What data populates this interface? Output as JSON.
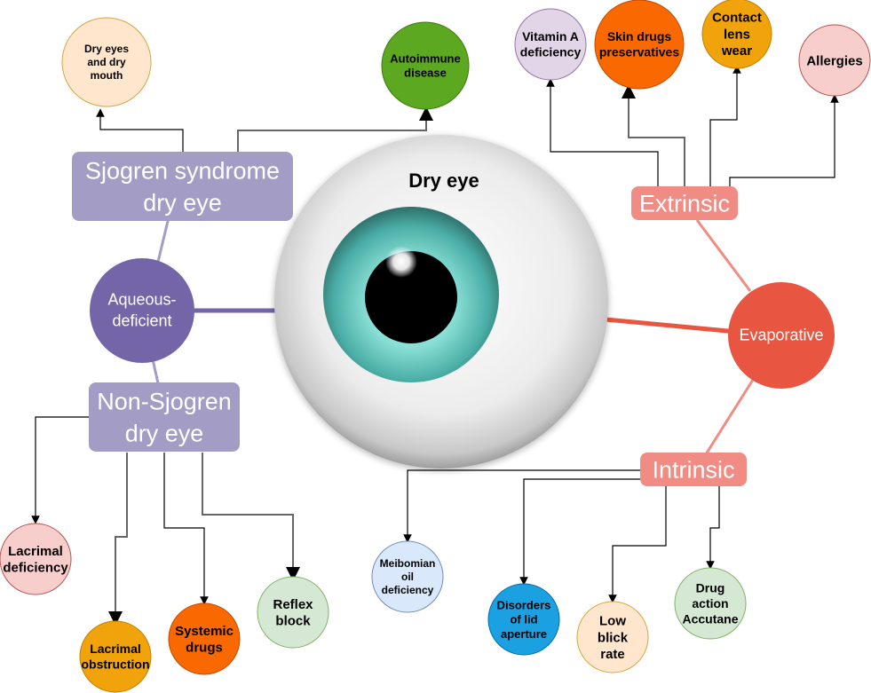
{
  "center": {
    "label": "Dry eye"
  },
  "branches": {
    "aqueous": {
      "label_lines": [
        "Aqueous-",
        "deficient"
      ],
      "color": "#7365a8",
      "subgroups": {
        "sjogren": {
          "label_lines": [
            "Sjogren syndrome",
            "dry eye"
          ],
          "color": "#a39dc6",
          "causes": [
            {
              "lines": [
                "Dry eyes",
                "and dry",
                "mouth"
              ],
              "fill": "#ffe6cc",
              "stroke": "#d6a640"
            },
            {
              "lines": [
                "Autoimmune",
                "disease"
              ],
              "fill": "#5ca820",
              "stroke": "#3e7a12"
            }
          ]
        },
        "non_sjogren": {
          "label_lines": [
            "Non-Sjogren",
            "dry eye"
          ],
          "color": "#a39dc6",
          "causes": [
            {
              "lines": [
                "Lacrimal",
                "deficiency"
              ],
              "fill": "#f8cecc",
              "stroke": "#b85450"
            },
            {
              "lines": [
                "Lacrimal",
                "obstruction"
              ],
              "fill": "#f0a30a",
              "stroke": "#c48000"
            },
            {
              "lines": [
                "Systemic",
                "drugs"
              ],
              "fill": "#fa6800",
              "stroke": "#c44a00"
            },
            {
              "lines": [
                "Reflex",
                "block"
              ],
              "fill": "#d5e8d4",
              "stroke": "#82b366"
            }
          ]
        }
      }
    },
    "evaporative": {
      "label_lines": [
        "Evaporative"
      ],
      "color": "#e85642",
      "subgroups": {
        "extrinsic": {
          "label_lines": [
            "Extrinsic"
          ],
          "color": "#f08c84",
          "causes": [
            {
              "lines": [
                "Vitamin A",
                "deficiency"
              ],
              "fill": "#e1d5e7",
              "stroke": "#9673a6"
            },
            {
              "lines": [
                "Skin drugs",
                "preservatives"
              ],
              "fill": "#fa6800",
              "stroke": "#c44a00"
            },
            {
              "lines": [
                "Contact",
                "lens",
                "wear"
              ],
              "fill": "#f0a30a",
              "stroke": "#c48000"
            },
            {
              "lines": [
                "Allergies"
              ],
              "fill": "#f8cecc",
              "stroke": "#b85450"
            }
          ]
        },
        "intrinsic": {
          "label_lines": [
            "Intrinsic"
          ],
          "color": "#f08c84",
          "causes": [
            {
              "lines": [
                "Meibomian",
                "oil",
                "deficiency"
              ],
              "fill": "#dae8fc",
              "stroke": "#6c8ebf"
            },
            {
              "lines": [
                "Disorders",
                "of lid",
                "aperture"
              ],
              "fill": "#1ba1e2",
              "stroke": "#006eaf"
            },
            {
              "lines": [
                "Low",
                "blick",
                "rate"
              ],
              "fill": "#ffe6cc",
              "stroke": "#d6a640"
            },
            {
              "lines": [
                "Drug",
                "action",
                "Accutane"
              ],
              "fill": "#d5e8d4",
              "stroke": "#82b366"
            }
          ]
        }
      }
    }
  },
  "eye_colors": {
    "iris": "#3aa7a0",
    "iris_light": "#8be0d6",
    "pupil": "#000000",
    "sclera": "#f4f4f4"
  }
}
